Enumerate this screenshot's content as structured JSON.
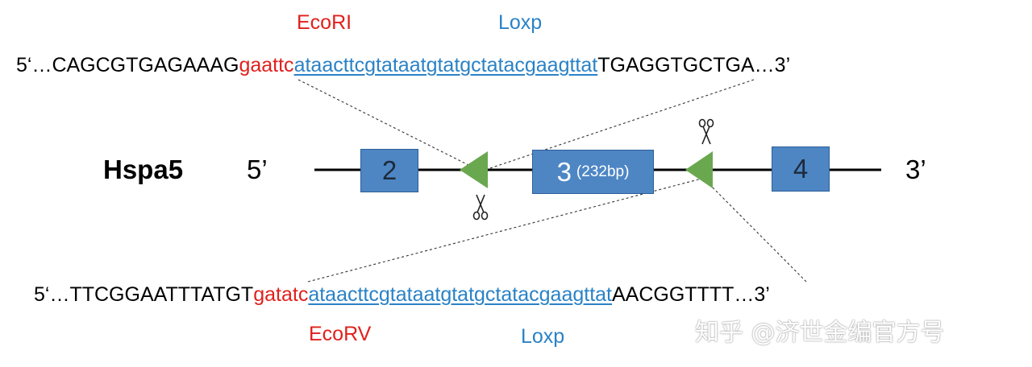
{
  "top": {
    "site_label": "EcoRI",
    "loxp_label": "Loxp",
    "seq_left": "5‘…CAGCGTGAGAAAG",
    "seq_site": "gaattc",
    "seq_loxp": "ataacttcgtataatgtatgctatacgaagttat",
    "seq_right": "TGAGGTGCTGA…3’"
  },
  "gene": {
    "name": "Hspa5",
    "five_prime": "5’",
    "three_prime": "3’",
    "exons": [
      {
        "num": "2",
        "sub": ""
      },
      {
        "num": "3",
        "sub": "(232bp)"
      },
      {
        "num": "4",
        "sub": ""
      }
    ]
  },
  "bottom": {
    "site_label": "EcoRV",
    "loxp_label": "Loxp",
    "seq_left": "5‘…TTCGGAATTTATGT",
    "seq_site": "gatatc",
    "seq_loxp": "ataacttcgtataatgtatgctatacgaagttat",
    "seq_right": "AACGGTTTT…3’"
  },
  "watermark": "知乎 @济世金编官方号",
  "colors": {
    "restriction_site": "#e0201c",
    "loxp": "#2a82c6",
    "exon_fill": "#4e86c4",
    "loxp_triangle": "#6aa84f"
  },
  "icons": [
    "scissors-icon",
    "loxp-triangle-icon"
  ]
}
